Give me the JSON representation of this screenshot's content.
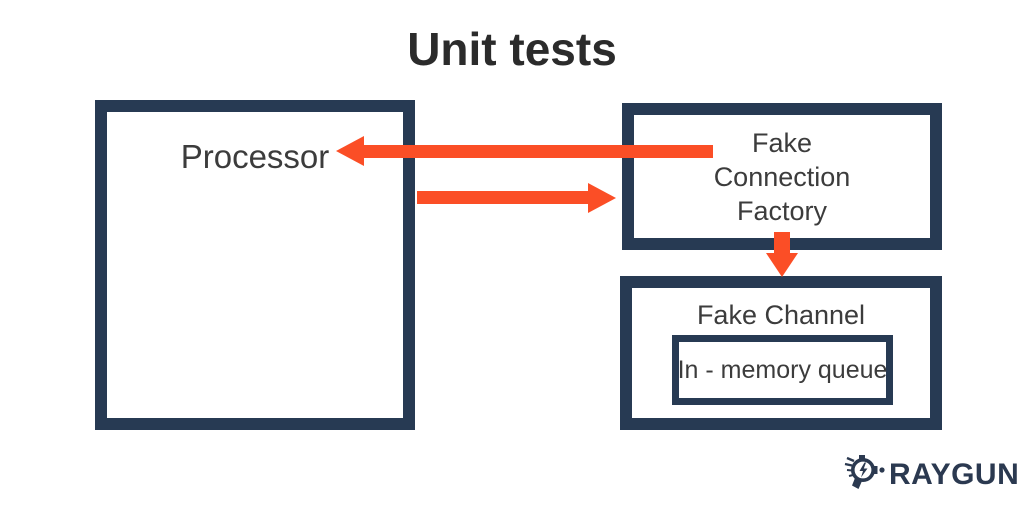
{
  "title": "Unit tests",
  "colors": {
    "box_border": "#273a53",
    "arrow": "#fb4e26",
    "label_text": "#3c3c3c",
    "title_text": "#2b2b2b",
    "logo": "#2b3950",
    "background": "#ffffff"
  },
  "diagram": {
    "processor": {
      "label": "Processor"
    },
    "fake_connection_factory": {
      "label_lines": [
        "Fake",
        "Connection",
        "Factory"
      ]
    },
    "fake_channel": {
      "label": "Fake Channel",
      "inner_queue": {
        "label": "In - memory queue"
      }
    },
    "arrows": [
      {
        "name": "factory-to-processor",
        "direction": "left"
      },
      {
        "name": "processor-to-factory",
        "direction": "right"
      },
      {
        "name": "factory-to-channel",
        "direction": "down"
      }
    ]
  },
  "footer": {
    "logo_text": "RAYGUN",
    "logo_icon": "raygun-icon"
  }
}
